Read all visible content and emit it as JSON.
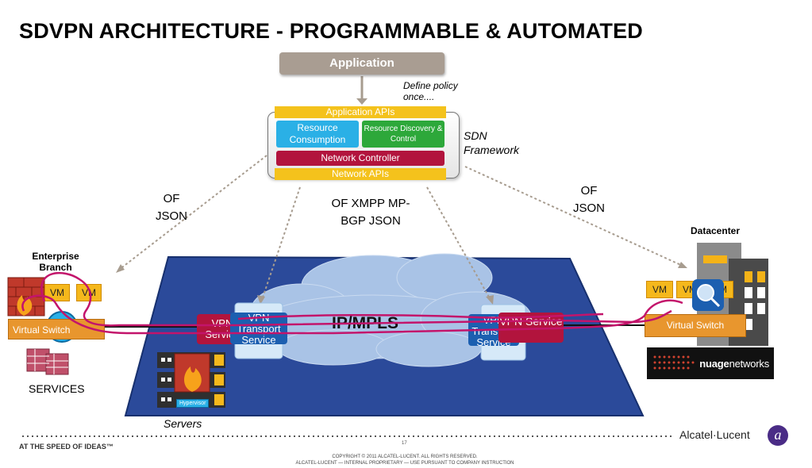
{
  "slide": {
    "title": "SDVPN ARCHITECTURE - PROGRAMMABLE & AUTOMATED"
  },
  "framework": {
    "application": "Application",
    "define_policy": "Define policy once....",
    "application_apis": "Application APIs",
    "resource_consumption": "Resource Consumption",
    "resource_discovery": "Resource Discovery & Control",
    "network_controller": "Network Controller",
    "network_apis": "Network APIs",
    "sdn_label": "SDN Framework"
  },
  "protocols": {
    "left": "OF JSON",
    "center": "OF XMPP MP-BGP JSON",
    "right": "OF JSON"
  },
  "branch": {
    "label": "Enterprise Branch",
    "vm1": "VM",
    "vm2": "VM",
    "vswitch": "Virtual Switch",
    "services": "SERVICES"
  },
  "datacenter": {
    "label": "Datacenter",
    "vm1": "VM",
    "vm2": "VM",
    "vm3": "VM",
    "vswitch": "Virtual Switch",
    "vendor_prefix": "nuage",
    "vendor_suffix": "networks"
  },
  "network": {
    "cloud_label": "IP/MPLS",
    "vpn_service_left": "VPN Service",
    "vpn_transport_left": "VPN Transport Service",
    "vpn_transport_right": "VPN Transport Service",
    "vpn_service_right": "VPN Service",
    "hypervisor": "Hypervisor",
    "servers": "Servers"
  },
  "footer": {
    "tagline": "AT THE SPEED OF IDEAS™",
    "page": "17",
    "copyright": "COPYRIGHT © 2011 ALCATEL-LUCENT.  ALL RIGHTS RESERVED.",
    "proprietary": "ALCATEL-LUCENT — INTERNAL PROPRIETARY —  USE PURSUANT TO COMPANY INSTRUCTION",
    "brand": "Alcatel·Lucent",
    "brand_mark": "a"
  },
  "colors": {
    "application_box": "#a99d92",
    "api_bar": "#f4c21c",
    "resource_consumption": "#2ab0e6",
    "resource_discovery": "#2da83a",
    "network_controller": "#b2143d",
    "ipmpls_area": "#2b4a9a",
    "cloud": "#a9c3e6",
    "vpn_service": "#b2143d",
    "vpn_transport": "#1c5fb0",
    "virtual_switch": "#e8962e",
    "vm": "#f5b81c",
    "tunnel": "#c3146b"
  }
}
